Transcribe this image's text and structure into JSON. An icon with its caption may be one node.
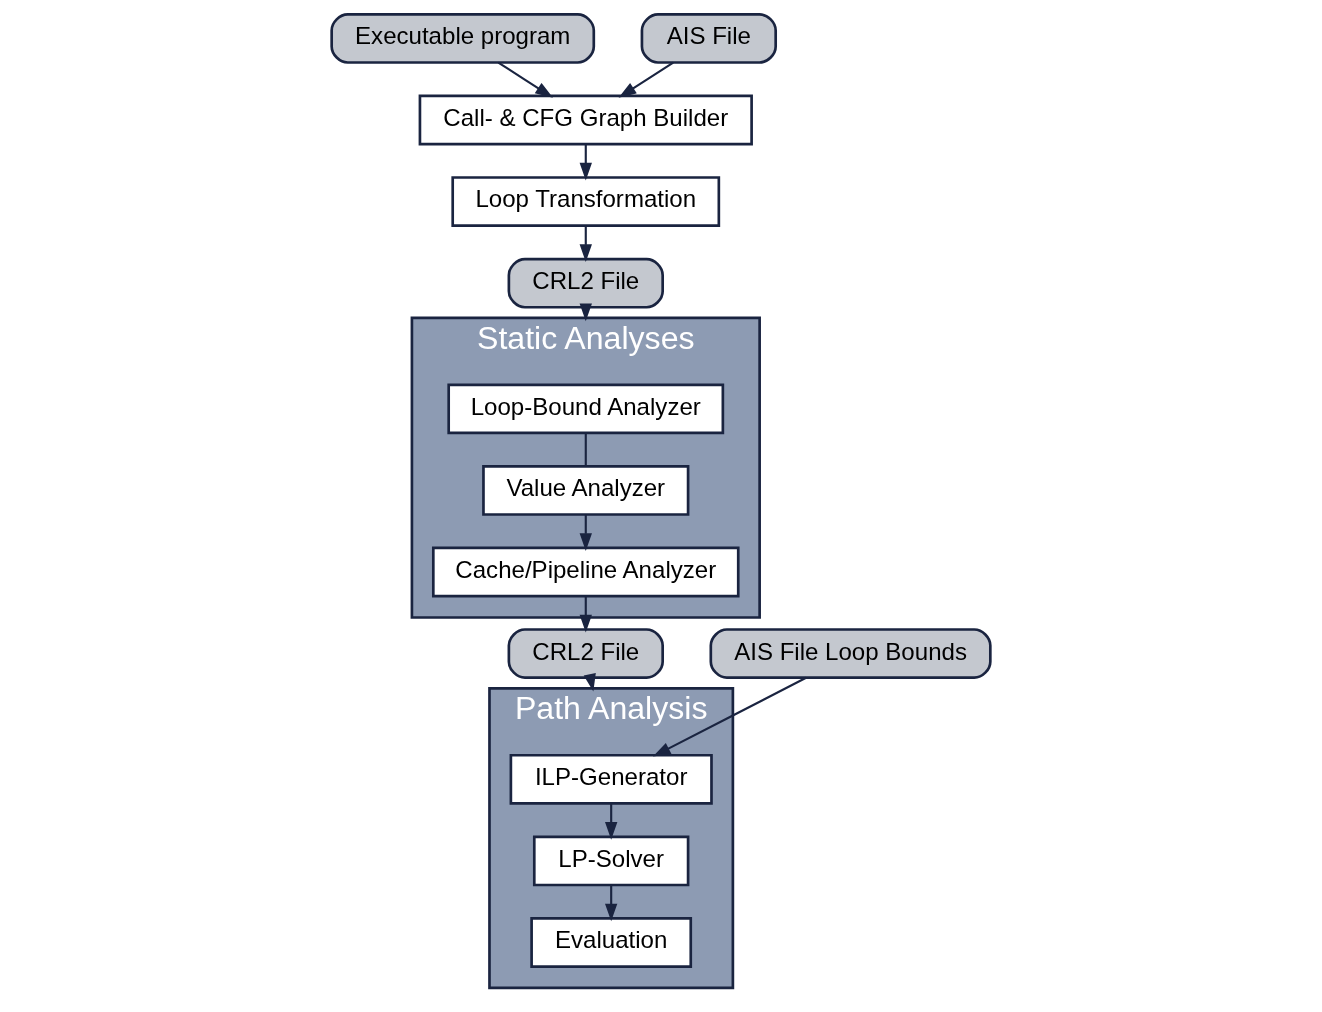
{
  "diagram": {
    "nodes": [
      {
        "text": [
          "Executable program"
        ]
      },
      {
        "text": [
          "Call- & CFG Graph Builder"
        ]
      },
      {
        "text": [
          "AIS File"
        ]
      },
      {
        "text": [
          "Loop Transformation"
        ]
      },
      {
        "text": [
          "CRL2 File"
        ]
      },
      {
        "text": [
          "Static Analyses"
        ]
      },
      {
        "text": [
          "Loop-Bound Analyzer"
        ],
        "in": 5
      },
      {
        "text": [
          "Value Analyzer"
        ],
        "in": 5
      },
      {
        "text": [
          "Cache/Pipeline Analyzer"
        ],
        "in": 5
      },
      {
        "text": [
          "CRL2 File"
        ]
      },
      {
        "text": [
          "Path Analysis"
        ]
      },
      {
        "text": [
          "ILP-Generator"
        ],
        "in": 10
      },
      {
        "text": [
          "LP-Solver"
        ],
        "in": 10
      },
      {
        "text": [
          "Evaluation"
        ],
        "in": 10
      },
      {
        "text": [
          "AIS File Loop Bounds"
        ]
      }
    ],
    "edges": [
      {
        "from": 0,
        "to": 1,
        "arrow": "to"
      },
      {
        "from": 2,
        "to": 1,
        "arrow": "to"
      },
      {
        "from": 1,
        "to": 3,
        "arrow": "to"
      },
      {
        "from": 3,
        "to": 4,
        "arrow": "to"
      },
      {
        "from": 4,
        "to": 5,
        "arrow": "to"
      },
      {
        "from": 6,
        "to": 7,
        "arrow": "none"
      },
      {
        "from": 7,
        "to": 8,
        "arrow": "to"
      },
      {
        "from": 8,
        "to": 9,
        "arrow": "to"
      },
      {
        "from": 9,
        "to": 10,
        "arrow": "to"
      },
      {
        "from": 14,
        "to": 11,
        "arrow": "to"
      },
      {
        "from": 11,
        "to": 12,
        "arrow": "to"
      },
      {
        "from": 12,
        "to": 13,
        "arrow": "to"
      }
    ]
  }
}
